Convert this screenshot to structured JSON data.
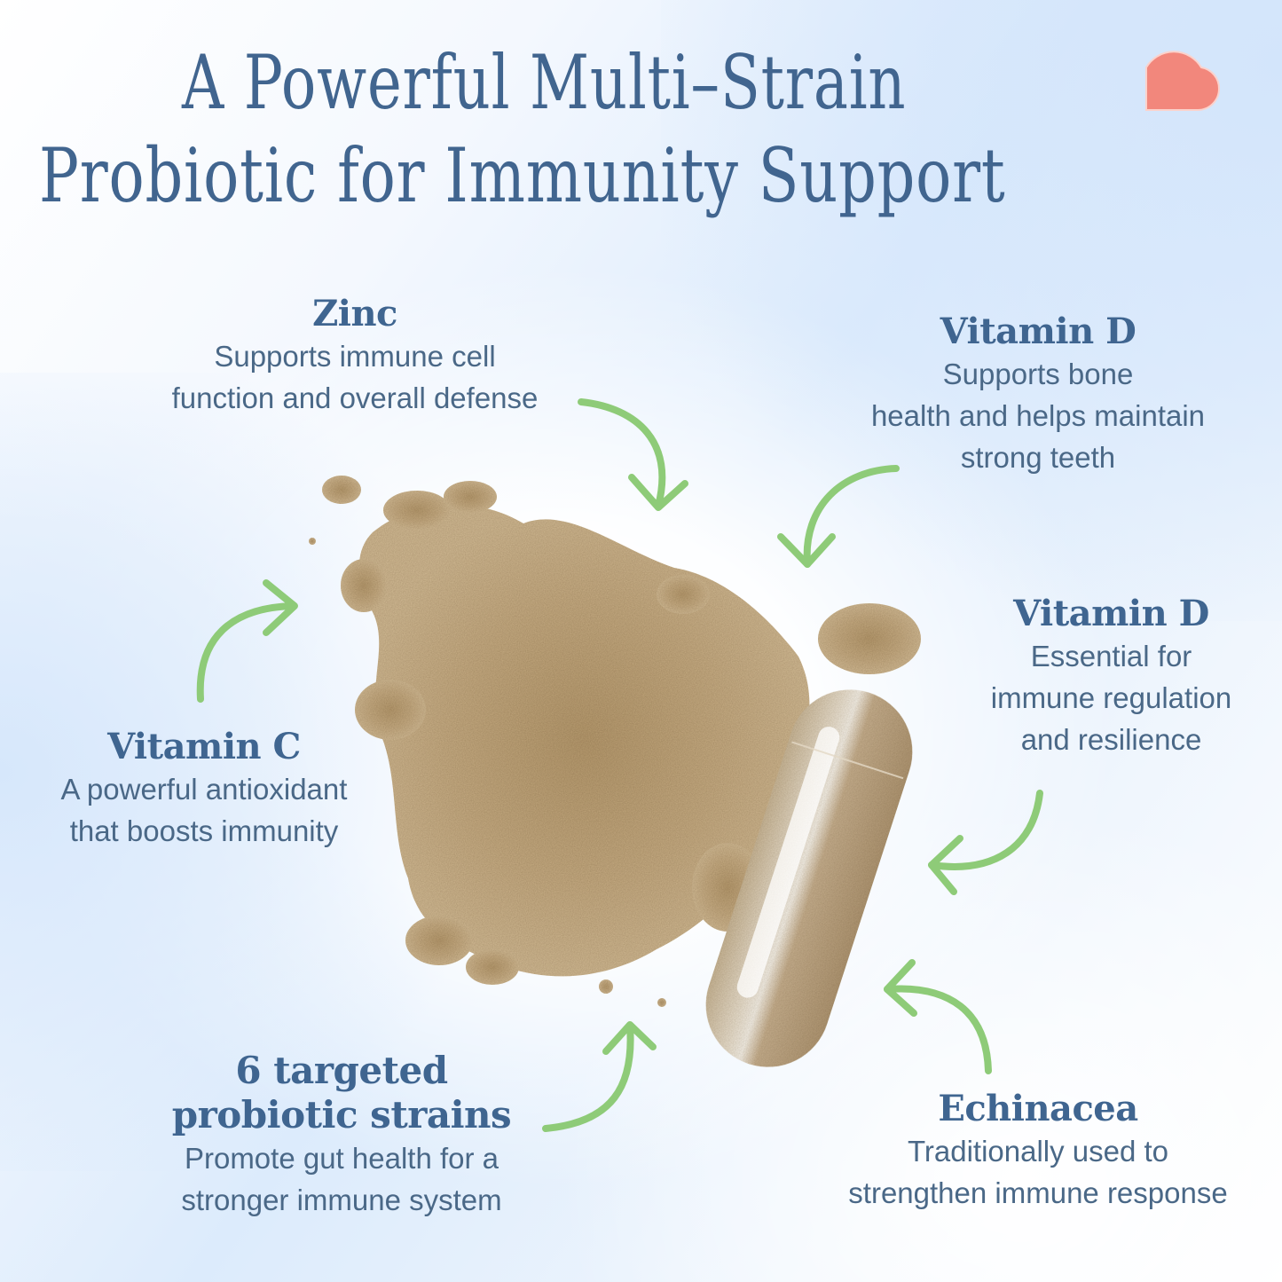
{
  "header": {
    "title_line1": "A Powerful Multi–Strain",
    "title_line2": "Probiotic for Immunity Support",
    "heart_icon_color": "#f2877c"
  },
  "ingredients": [
    {
      "id": "zinc",
      "name": "Zinc",
      "description_lines": [
        "Supports immune cell",
        "function and overall defense"
      ]
    },
    {
      "id": "vitamin-d-bone",
      "name": "Vitamin D",
      "description_lines": [
        "Supports bone",
        "health and helps maintain",
        "strong teeth"
      ]
    },
    {
      "id": "vitamin-d-immune",
      "name": "Vitamin D",
      "description_lines": [
        "Essential for",
        "immune regulation",
        "and resilience"
      ]
    },
    {
      "id": "vitamin-c",
      "name": "Vitamin C",
      "description_lines": [
        "A powerful antioxidant",
        "that boosts immunity"
      ]
    },
    {
      "id": "probiotic-strains",
      "name_lines": [
        "6 targeted",
        "probiotic strains"
      ],
      "description_lines": [
        "Promote gut health for a",
        "stronger immune system"
      ]
    },
    {
      "id": "echinacea",
      "name": "Echinacea",
      "description_lines": [
        "Traditionally used to",
        "strengthen immune response"
      ]
    }
  ],
  "colors": {
    "heading": "#3f6590",
    "body_text": "#4a6887",
    "arrow": "#8ecb78",
    "heart": "#f2877c",
    "powder": "#c2a77e"
  }
}
